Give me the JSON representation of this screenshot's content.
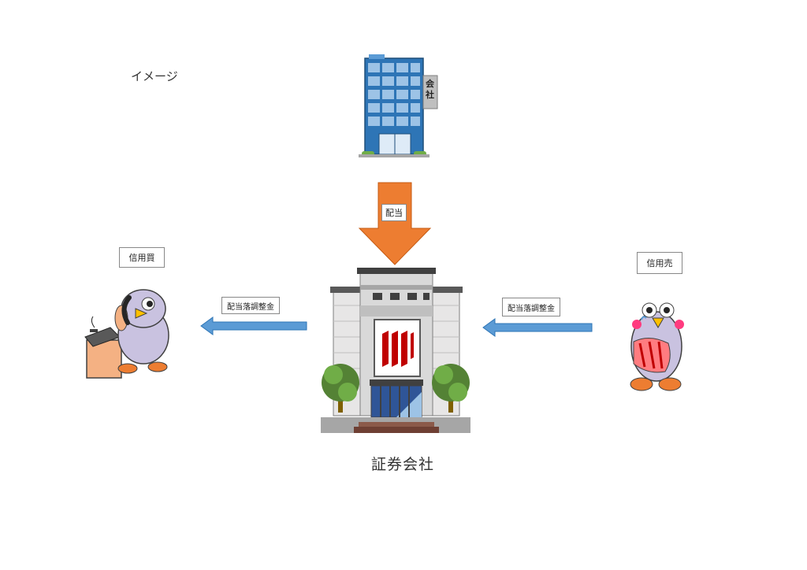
{
  "title": "イメージ",
  "company_sign": "会社",
  "dividend_label": "配当",
  "margin_buy_label": "信用買",
  "margin_sell_label": "信用売",
  "left_arrow_label": "配当落調整金",
  "right_arrow_label": "配当落調整金",
  "broker_caption": "証券会社",
  "colors": {
    "dividend_arrow": "#ED7D31",
    "adjust_arrow": "#5B9BD5",
    "company_building": "#2E75B6",
    "bird_body": "#C9C2E0"
  }
}
